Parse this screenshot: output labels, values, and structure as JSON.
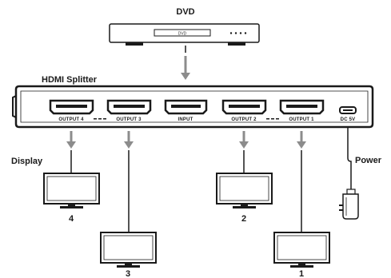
{
  "dvd": {
    "label": "DVD",
    "display_text": "DVD"
  },
  "splitter": {
    "label": "HDMI Splitter",
    "ports": {
      "output4": "OUTPUT 4",
      "output3": "OUTPUT 3",
      "input": "INPUT",
      "output2": "OUTPUT 2",
      "output1": "OUTPUT 1",
      "dc": "DC 5V"
    }
  },
  "display_label": "Display",
  "power_label": "Power",
  "monitors": {
    "m4": "4",
    "m3": "3",
    "m2": "2",
    "m1": "1"
  },
  "colors": {
    "line": "#1a1a1a",
    "arrow": "#8c8c8c",
    "body": "#ffffff"
  }
}
